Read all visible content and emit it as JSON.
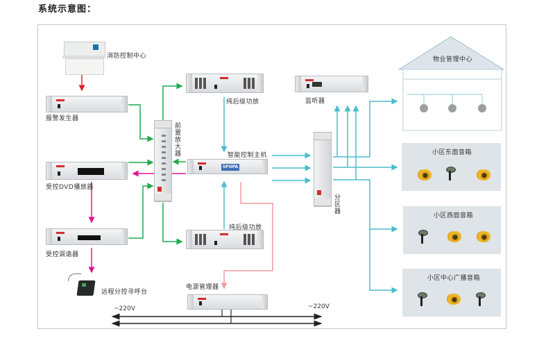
{
  "page": {
    "title": "系统示意图："
  },
  "devices": {
    "fire_center": "消防控制中心",
    "alarm_generator": "报警发生器",
    "dvd_player": "受控DVD播放器",
    "tuner": "受控调谐器",
    "remote_paging": "远程分控寻呼台",
    "preamp": "前置放大器",
    "power_amp_top": "纯后级功放",
    "power_amp_bottom": "纯后级功放",
    "main_controller": "智能控制主机",
    "main_controller_brand": "SPOPA",
    "power_manager": "电源管理器",
    "monitor": "监听器",
    "zone_divider": "分区器"
  },
  "zones": [
    {
      "label": "物业管理中心",
      "type": "building"
    },
    {
      "label": "小区东面音箱",
      "speakers": [
        "round",
        "horn",
        "round"
      ]
    },
    {
      "label": "小区西面音箱",
      "speakers": [
        "horn",
        "round",
        "round"
      ]
    },
    {
      "label": "小区中心广播音箱",
      "speakers": [
        "horn",
        "round",
        "horn"
      ]
    }
  ],
  "power": {
    "left_label": "~220V",
    "right_label": "~220V"
  },
  "colors": {
    "fire_link": "#e0202a",
    "audio_green": "#1faa4e",
    "control_magenta": "#e0168c",
    "zone_cyan": "#4cbccb",
    "power_pink": "#f29aa0",
    "power_line": "#222222"
  }
}
